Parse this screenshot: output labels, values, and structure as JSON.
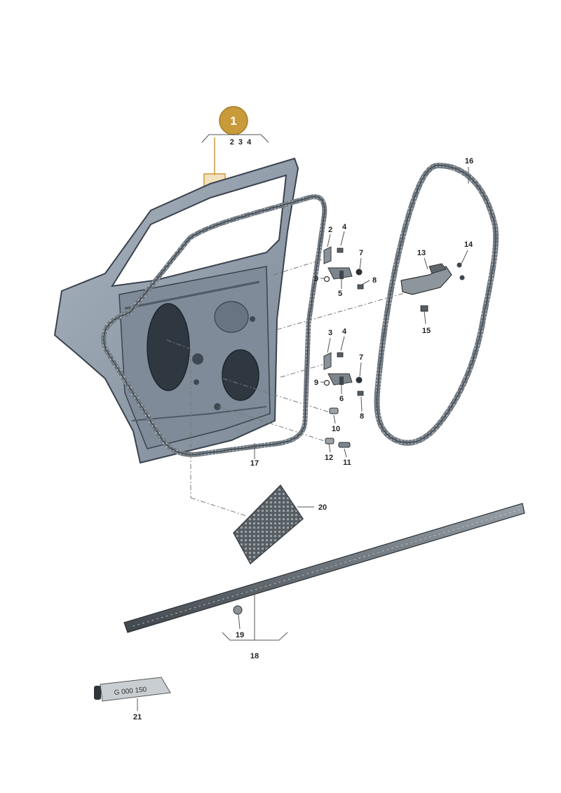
{
  "badge": {
    "label": "1",
    "color": "#c99a3a",
    "sub_refs": "2  3  4"
  },
  "callouts": {
    "c2a": "2",
    "c3b": "3",
    "c4a": "4",
    "c4b": "4",
    "c5": "5",
    "c6": "6",
    "c7a": "7",
    "c7b": "7",
    "c8a": "8",
    "c8b": "8",
    "c9a": "9",
    "c9b": "9",
    "c10": "10",
    "c11": "11",
    "c12": "12",
    "c13": "13",
    "c14": "14",
    "c15": "15",
    "c16": "16",
    "c17": "17",
    "c18": "18",
    "c19": "19",
    "c20": "20",
    "c21": "21"
  },
  "tube": {
    "label": "G 000 150"
  },
  "colors": {
    "door_panel": "#8e9aa8",
    "door_shadow": "#4a5562",
    "seal": "#6f7880",
    "accent": "#c99a3a"
  },
  "icons": {
    "door": "rear-door-shell-icon",
    "seal": "door-seal-icon",
    "hinge": "door-hinge-icon",
    "check_strap": "door-check-strap-icon",
    "tube": "sealant-tube-icon"
  }
}
